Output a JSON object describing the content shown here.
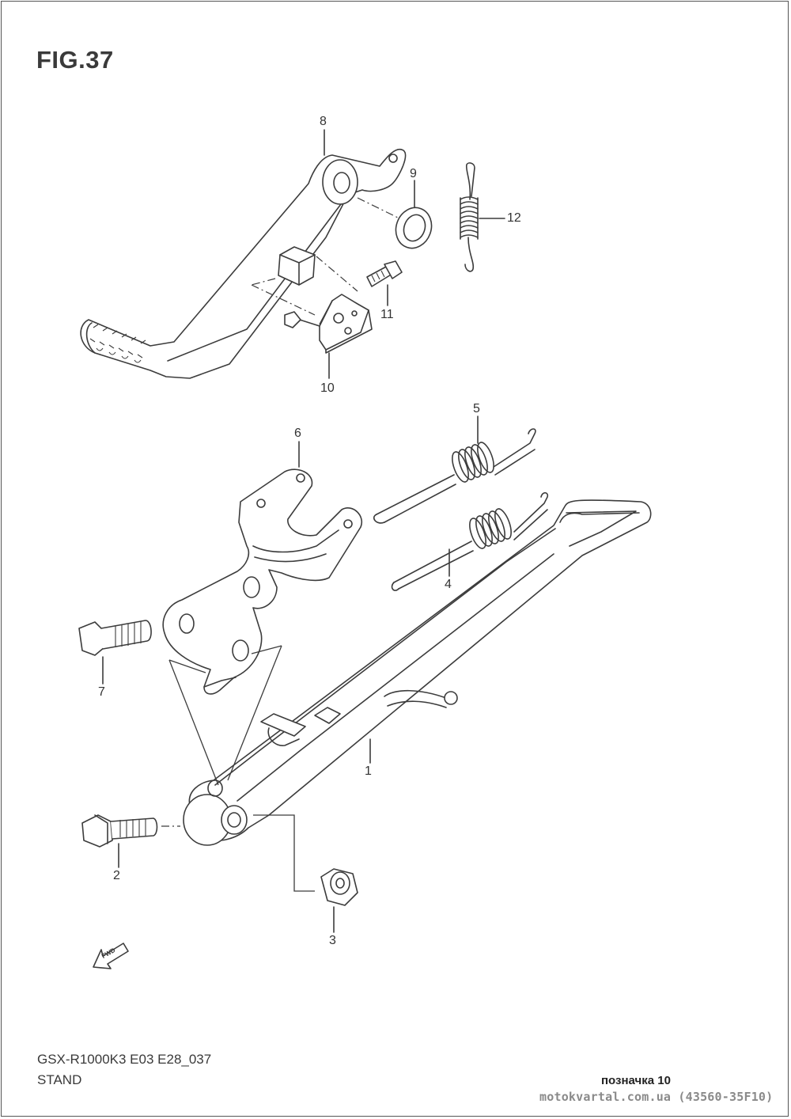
{
  "figure": {
    "title": "FIG.37"
  },
  "callouts": {
    "c1": "1",
    "c2": "2",
    "c3": "3",
    "c4": "4",
    "c5": "5",
    "c6": "6",
    "c7": "7",
    "c8": "8",
    "c9": "9",
    "c10": "10",
    "c11": "11",
    "c12": "12"
  },
  "fwd_label": "FWD",
  "footer": {
    "model": "GSX-R1000K3 E03 E28_037",
    "section": "STAND",
    "marker": "позначка 10",
    "watermark": "motokvartal.com.ua (43560-35F10)"
  }
}
